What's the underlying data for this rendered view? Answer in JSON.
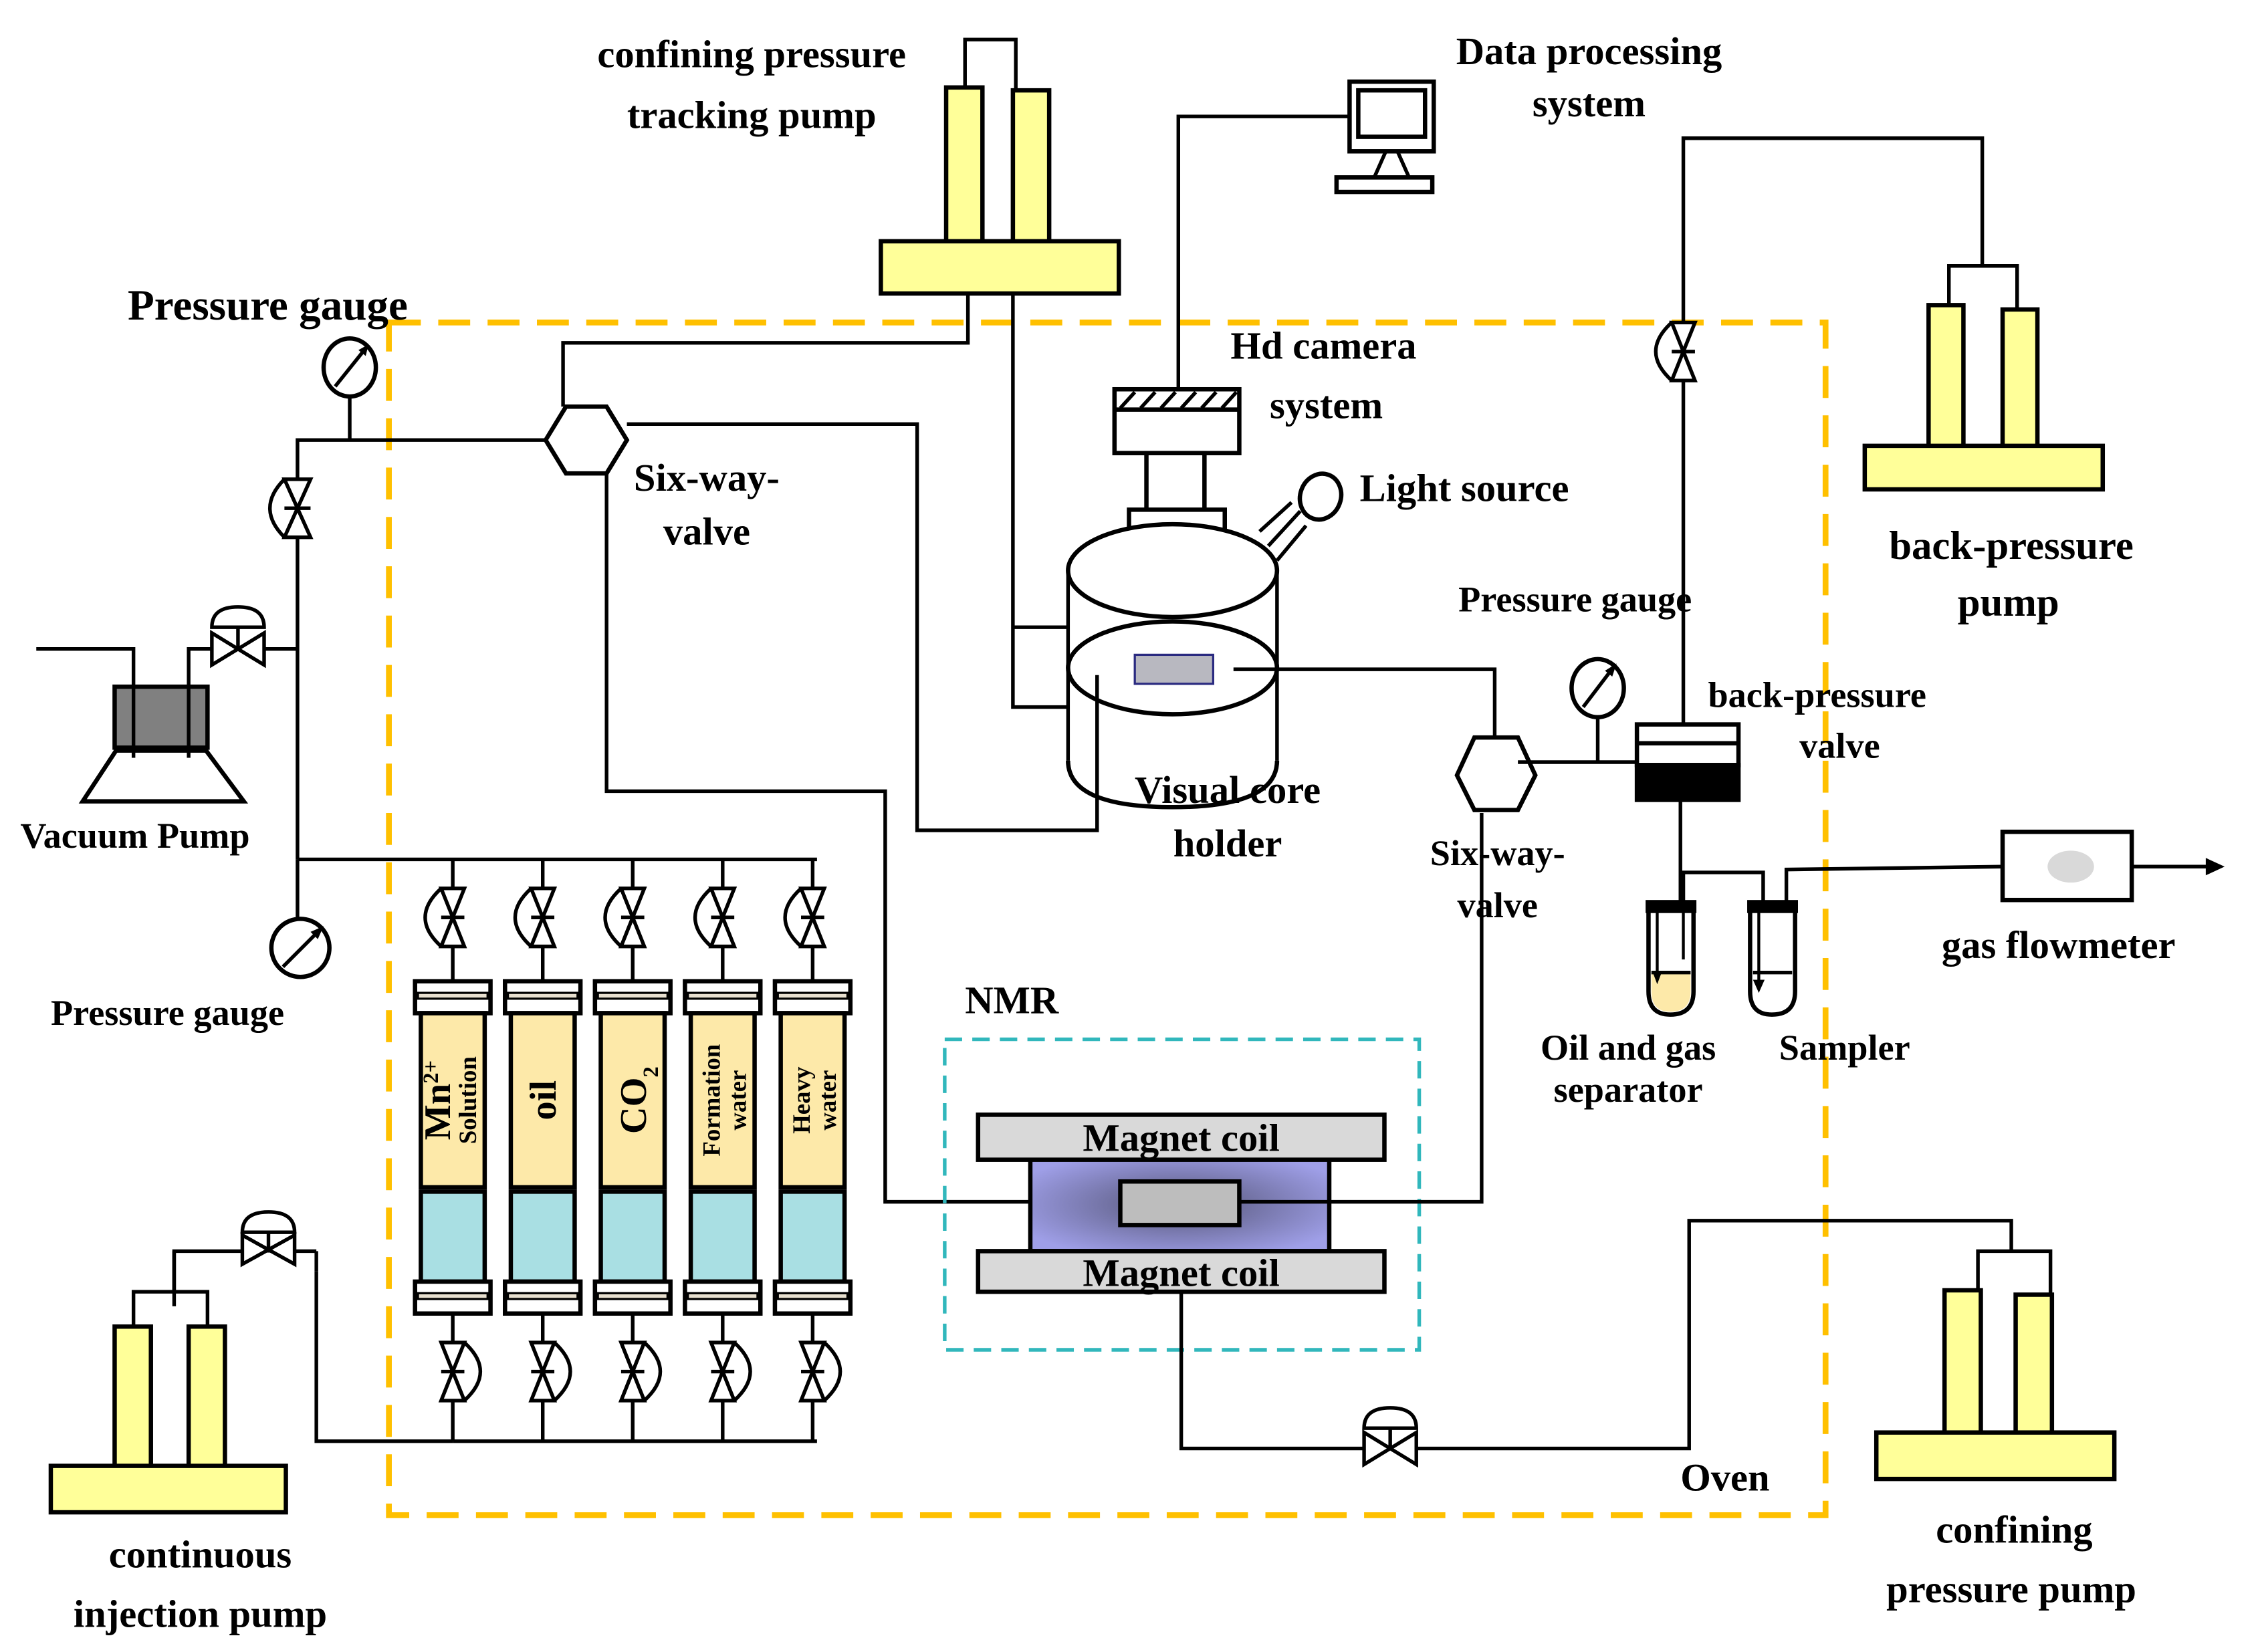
{
  "diagram": {
    "title": "CO2 flooding experimental apparatus with NMR and visual core holder",
    "colors": {
      "pump_fill": "#ffff99",
      "oven_border": "#ffc000",
      "nmr_border": "#31b7bc",
      "cylinder_fluid": "#fde9a9",
      "cylinder_piston_water": "#a9dfe3",
      "magnet_coil": "#d9d9d9",
      "nmr_core_region": "#9999e6",
      "vacuum_pump_body": "#808080",
      "separator_oil": "#fde9a9",
      "flowmeter_dial": "#d9d9d9"
    },
    "labels": {
      "confining_tracking_pump": [
        "confining  pressure",
        "tracking  pump"
      ],
      "data_processing": [
        "Data processing",
        "system"
      ],
      "pressure_gauge_top": "Pressure  gauge",
      "hd_camera": [
        "Hd camera",
        "system"
      ],
      "light_source": "Light source",
      "six_way_valve_left": [
        "Six-way-",
        "valve"
      ],
      "back_pressure_pump": [
        "back-pressure",
        "pump"
      ],
      "pressure_gauge_right": "Pressure gauge",
      "back_pressure_valve": [
        "back-pressure",
        "valve"
      ],
      "visual_core_holder": [
        "Visual core",
        "holder"
      ],
      "six_way_valve_right": [
        "Six-way-",
        "valve"
      ],
      "vacuum_pump": "Vacuum Pump",
      "pressure_gauge_left": "Pressure gauge",
      "gas_flowmeter": "gas flowmeter",
      "nmr": "NMR",
      "oil_gas_separator": [
        "Oil and gas",
        "separator"
      ],
      "sampler": "Sampler",
      "magnet_coil_top": "Magnet coil",
      "magnet_coil_bottom": "Magnet coil",
      "oven": "Oven",
      "continuous_injection_pump": [
        "continuous",
        "injection  pump"
      ],
      "confining_pressure_pump": [
        "confining",
        "pressure  pump"
      ]
    },
    "cylinders": [
      {
        "label": "Mn",
        "superscript": "2+",
        "sub_label": "Solution"
      },
      {
        "label": "oil",
        "sub_label": ""
      },
      {
        "label": "CO",
        "subscript": "2",
        "sub_label": ""
      },
      {
        "label": "Formation",
        "sub_label": "water"
      },
      {
        "label": "Heavy",
        "sub_label": "water"
      }
    ]
  }
}
